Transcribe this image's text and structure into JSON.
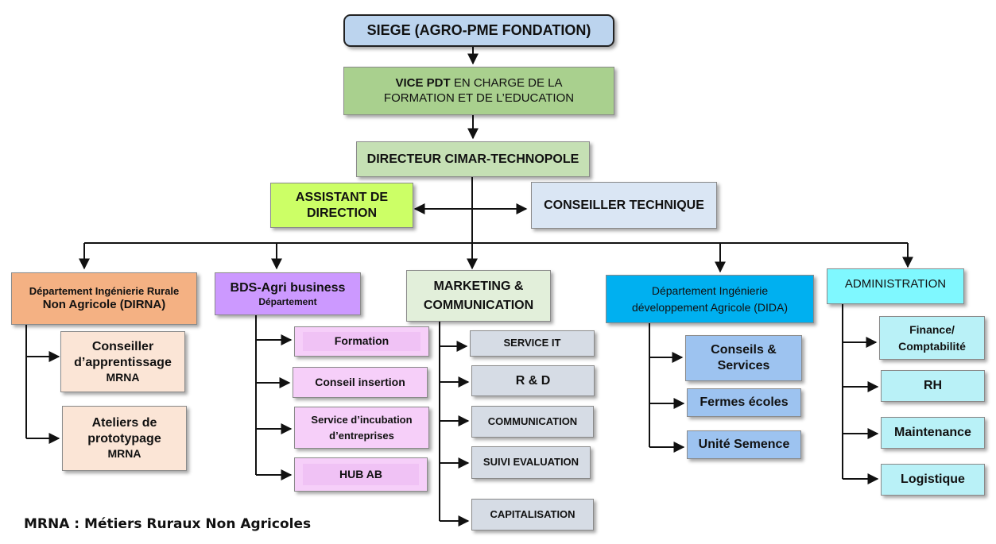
{
  "colors": {
    "siege": "#bcd4ee",
    "vice": "#a9d08e",
    "directeur": "#c5e0b4",
    "assistant": "#ccff66",
    "conseiller": "#dae6f4",
    "dirna": "#f4b183",
    "dirna_child": "#fbe5d6",
    "bds": "#cc99ff",
    "bds_child": "#f6cff9",
    "bds_inner": "#f0c2f5",
    "marketing": "#e2efda",
    "marketing_child": "#d6dce5",
    "dida": "#00b0f0",
    "dida_child": "#9dc3f0",
    "admin": "#7ff8ff",
    "admin_child": "#b9f1f7"
  },
  "top": {
    "siege": "SIEGE (AGRO-PME FONDATION)",
    "vice_bold": "VICE PDT",
    "vice_rest": "EN CHARGE DE LA",
    "vice_line2": "FORMATION ET DE L’EDUCATION",
    "directeur": "DIRECTEUR CIMAR-TECHNOPOLE",
    "assistant_line1": "ASSISTANT DE",
    "assistant_line2": "DIRECTION",
    "conseiller": "CONSEILLER TECHNIQUE"
  },
  "departments": {
    "dirna": {
      "line1": "Département Ingénierie Rurale",
      "line2": "Non Agricole (DIRNA)",
      "children": [
        {
          "line1": "Conseiller",
          "line2": "d’apprentissage",
          "line3": "MRNA"
        },
        {
          "line1": "Ateliers de",
          "line2": "prototypage",
          "line3": "MRNA"
        }
      ]
    },
    "bds": {
      "line1": "BDS-Agri business",
      "line2": "Département",
      "children": [
        {
          "line1": "Formation"
        },
        {
          "line1": "Conseil insertion"
        },
        {
          "line1": "Service d’incubation",
          "line2": "d’entreprises"
        },
        {
          "line1": "HUB AB"
        }
      ]
    },
    "marketing": {
      "line1": "MARKETING &",
      "line2": "COMMUNICATION",
      "children": [
        {
          "line1": "SERVICE IT"
        },
        {
          "line1": "R & D"
        },
        {
          "line1": "COMMUNICATION"
        },
        {
          "line1": "SUIVI EVALUATION"
        },
        {
          "line1": "CAPITALISATION"
        }
      ]
    },
    "dida": {
      "line1": "Département Ingénierie",
      "line2": "développement Agricole (DIDA)",
      "children": [
        {
          "line1": "Conseils &",
          "line2": "Services"
        },
        {
          "line1": "Fermes écoles"
        },
        {
          "line1": "Unité Semence"
        }
      ]
    },
    "admin": {
      "line1": "ADMINISTRATION",
      "children": [
        {
          "line1": "Finance/",
          "line2": "Comptabilité"
        },
        {
          "line1": "RH"
        },
        {
          "line1": "Maintenance"
        },
        {
          "line1": "Logistique"
        }
      ]
    }
  },
  "legend": "MRNA : Métiers Ruraux Non Agricoles"
}
